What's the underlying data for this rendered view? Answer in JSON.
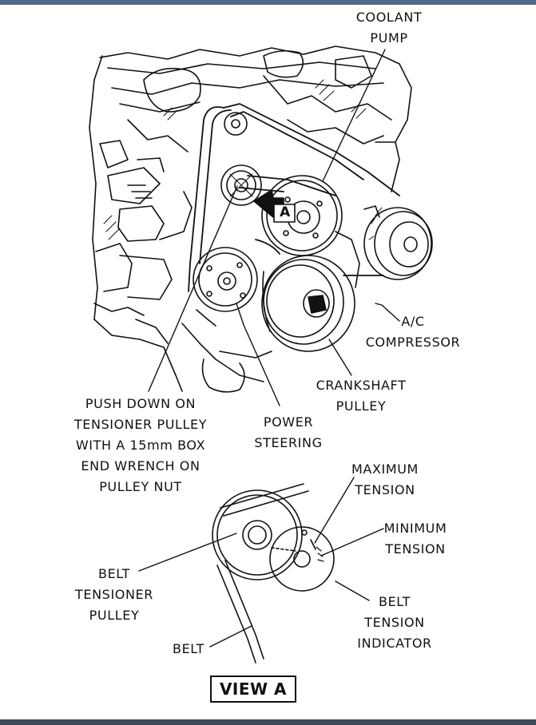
{
  "labels": {
    "coolant_pump": "COOLANT\nPUMP",
    "ac_compressor": "A/C\nCOMPRESSOR",
    "crankshaft_pulley": "CRANKSHAFT\nPULLEY",
    "power_steering": "POWER\nSTEERING",
    "push_down_instruction": "PUSH DOWN ON\nTENSIONER PULLEY\nWITH A 15mm BOX\nEND WRENCH ON\nPULLEY NUT",
    "view_marker": "A",
    "maximum_tension": "MAXIMUM\nTENSION",
    "minimum_tension": "MINIMUM\nTENSION",
    "belt_tensioner_pulley": "BELT\nTENSIONER\nPULLEY",
    "belt_tension_indicator": "BELT\nTENSION\nINDICATOR",
    "belt": "BELT",
    "view_a": "VIEW A"
  },
  "colors": {
    "ink": "#111111",
    "header_bar": "#4d6a8a",
    "footer_bar": "#3e4a57"
  }
}
